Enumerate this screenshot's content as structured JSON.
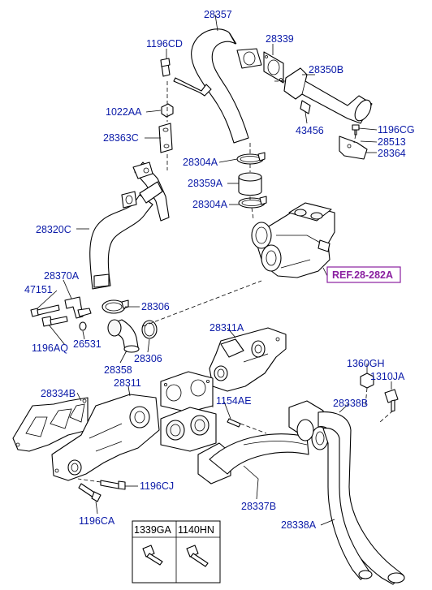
{
  "colors": {
    "label": "#0a1aa8",
    "reference": "#8a1fa0",
    "line": "#000000"
  },
  "labels": {
    "p28357": "28357",
    "p1196CD": "1196CD",
    "p28339": "28339",
    "p28350B": "28350B",
    "p1022AA": "1022AA",
    "p28363C": "28363C",
    "p43456": "43456",
    "p1196CG": "1196CG",
    "p28513": "28513",
    "p28364": "28364",
    "p28304A_1": "28304A",
    "p28359A": "28359A",
    "p28304A_2": "28304A",
    "p28320C": "28320C",
    "p28370A": "28370A",
    "p47151": "47151",
    "p28306_1": "28306",
    "p1196AQ": "1196AQ",
    "p26531": "26531",
    "p28306_2": "28306",
    "p28358": "28358",
    "p28311A": "28311A",
    "p28334B": "28334B",
    "p28311": "28311",
    "p1360GH": "1360GH",
    "p1310JA": "1310JA",
    "p1154AE": "1154AE",
    "p28338B": "28338B",
    "p1196CJ": "1196CJ",
    "p1196CA": "1196CA",
    "p28337B": "28337B",
    "p28338A": "28338A"
  },
  "reference": {
    "text": "REF.28-282A"
  },
  "legend": {
    "col1": "1339GA",
    "col2": "1140HN"
  }
}
